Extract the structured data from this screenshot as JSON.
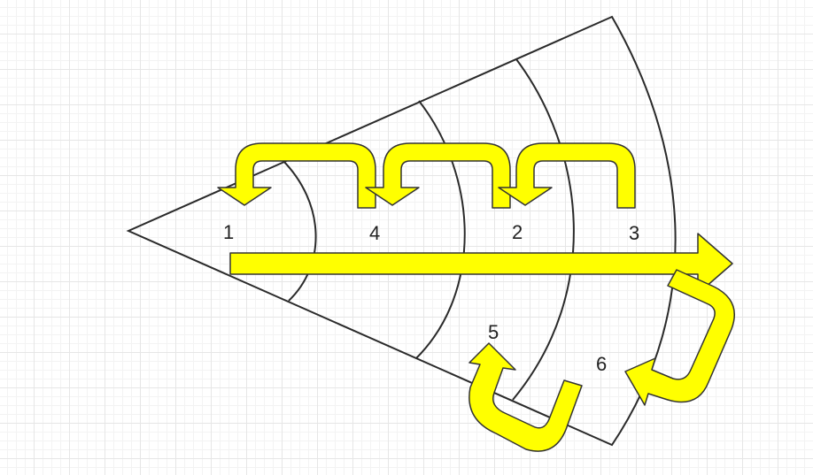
{
  "diagram": {
    "labels": [
      "1",
      "4",
      "2",
      "3",
      "5",
      "6"
    ],
    "colors": {
      "arrow_fill": "#ffff00",
      "arrow_stroke": "#333333",
      "outline": "#2a2a2a"
    }
  }
}
